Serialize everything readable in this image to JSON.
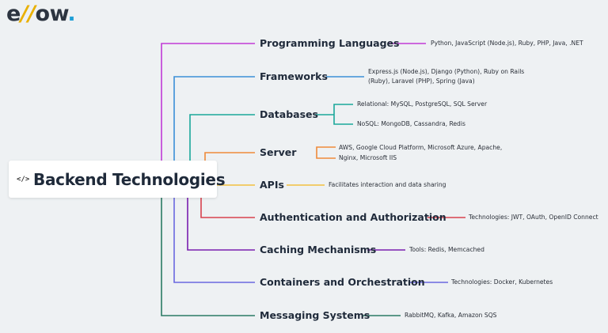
{
  "logo": {
    "e": "e",
    "slashes": "//",
    "rest": "ow",
    "dot": "."
  },
  "root": {
    "icon": "</>",
    "label": "Backend Technologies"
  },
  "branches": [
    {
      "label": "Programming Languages",
      "color": "#c03ad6",
      "details": [
        "Python, JavaScript (Node.js), Ruby, PHP, Java, .NET"
      ]
    },
    {
      "label": "Frameworks",
      "color": "#3b8fd8",
      "details": [
        "Express.js (Node.js), Django (Python), Ruby on Rails",
        "(Ruby), Laravel (PHP), Spring (Java)"
      ]
    },
    {
      "label": "Databases",
      "color": "#1aa89a",
      "details": [
        "Relational: MySQL, PostgreSQL, SQL Server",
        "NoSQL: MongoDB, Cassandra, Redis"
      ]
    },
    {
      "label": "Server",
      "color": "#ef8a3a",
      "details": [
        "AWS, Google Cloud Platform, Microsoft Azure, Apache,",
        "Nginx, Microsoft IIS"
      ]
    },
    {
      "label": "APIs",
      "color": "#f2c040",
      "details": [
        "Facilitates interaction and data sharing"
      ]
    },
    {
      "label": "Authentication and Authorization",
      "color": "#d8424e",
      "details": [
        "Technologies: JWT, OAuth, OpenID Connect"
      ]
    },
    {
      "label": "Caching Mechanisms",
      "color": "#7a1fb0",
      "details": [
        "Tools: Redis, Memcached"
      ]
    },
    {
      "label": "Containers and Orchestration",
      "color": "#6a68e0",
      "details": [
        "Technologies: Docker, Kubernetes"
      ]
    },
    {
      "label": "Messaging Systems",
      "color": "#2a7a64",
      "details": [
        "RabbitMQ, Kafka, Amazon SQS"
      ]
    }
  ]
}
